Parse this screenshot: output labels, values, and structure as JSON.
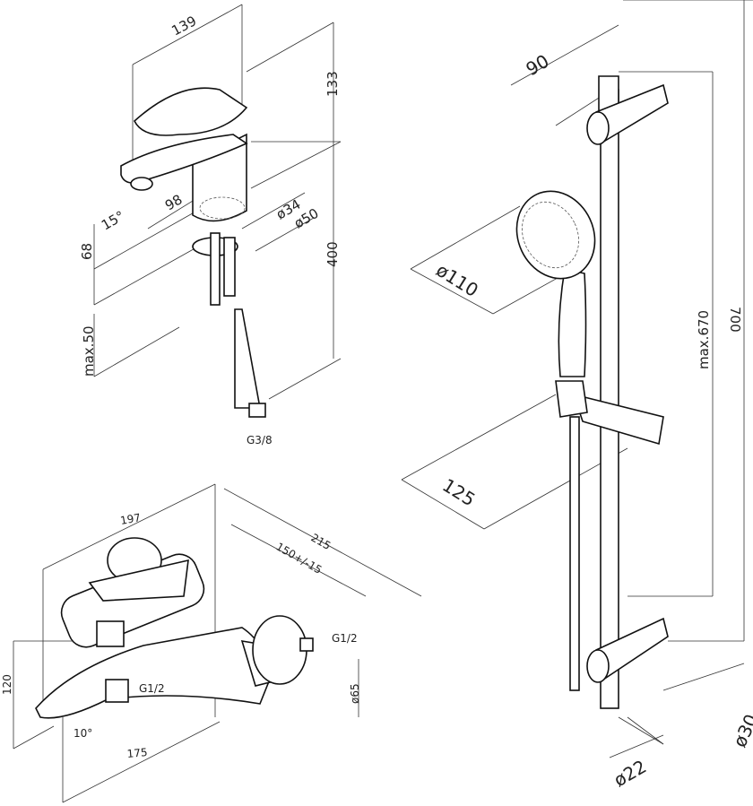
{
  "basin_mixer": {
    "width": "139",
    "height_top": "133",
    "spout_reach": "98",
    "spout_angle": "15°",
    "hole_d1": "ø34",
    "hole_d2": "ø50",
    "spout_height": "68",
    "hose_length": "400",
    "max_thickness": "max.50",
    "hose_thread": "G3/8"
  },
  "shower_set": {
    "holder_offset": "90",
    "head_diameter": "ø110",
    "rail_length": "max.670",
    "total_height": "700",
    "slider_offset": "125",
    "rail_diameter": "ø22",
    "bracket_diameter": "ø30"
  },
  "bath_mixer": {
    "width": "197",
    "depth": "215",
    "centers": "150+/-15",
    "inlet_thread": "G1/2",
    "outlet_thread": "G1/2",
    "height": "120",
    "flange_diameter": "ø65",
    "spout_angle": "10°",
    "spout_reach": "175"
  }
}
